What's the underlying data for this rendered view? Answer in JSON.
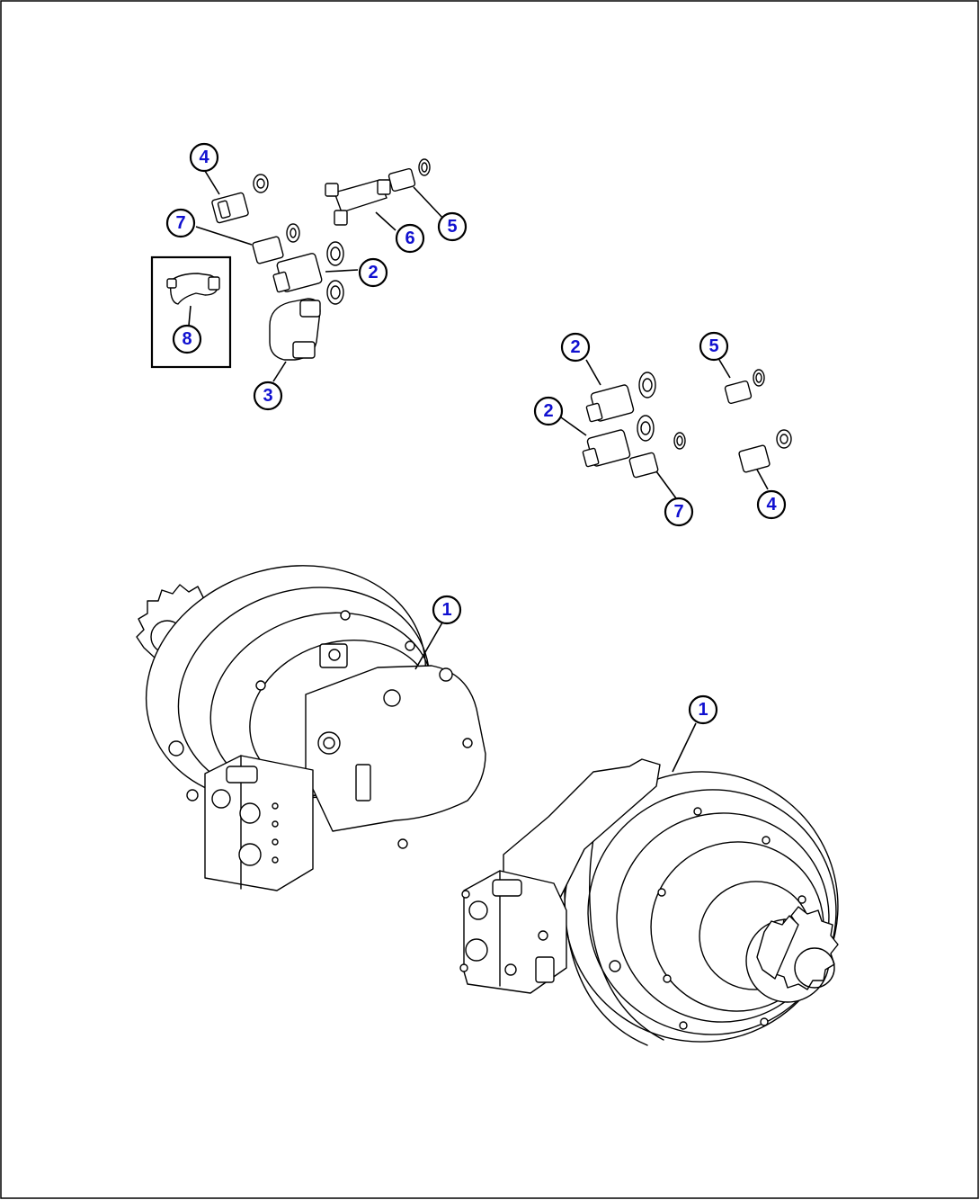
{
  "callouts": {
    "upper_left": {
      "c4": "4",
      "c7": "7",
      "c6": "6",
      "c5": "5",
      "c2": "2",
      "c8": "8",
      "c3": "3"
    },
    "upper_right": {
      "c2a": "2",
      "c2b": "2",
      "c5": "5",
      "c7": "7",
      "c4": "4"
    },
    "lower": {
      "c1a": "1",
      "c1b": "1"
    }
  },
  "colors": {
    "callout_text": "#1010d0",
    "line_art": "#000000",
    "background": "#ffffff"
  }
}
